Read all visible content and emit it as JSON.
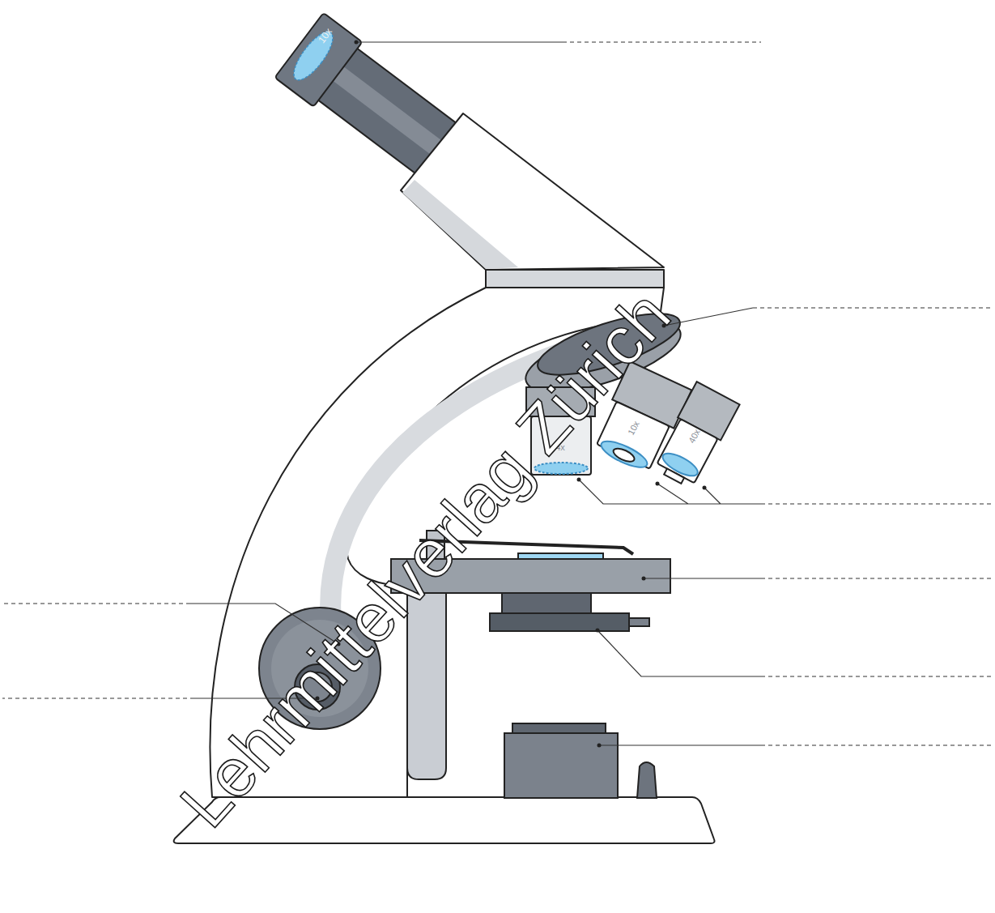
{
  "diagram": {
    "labels": [
      "10x",
      "4x",
      "10x",
      "40x",
      "Lehrmittelverlag Zürich"
    ]
  }
}
